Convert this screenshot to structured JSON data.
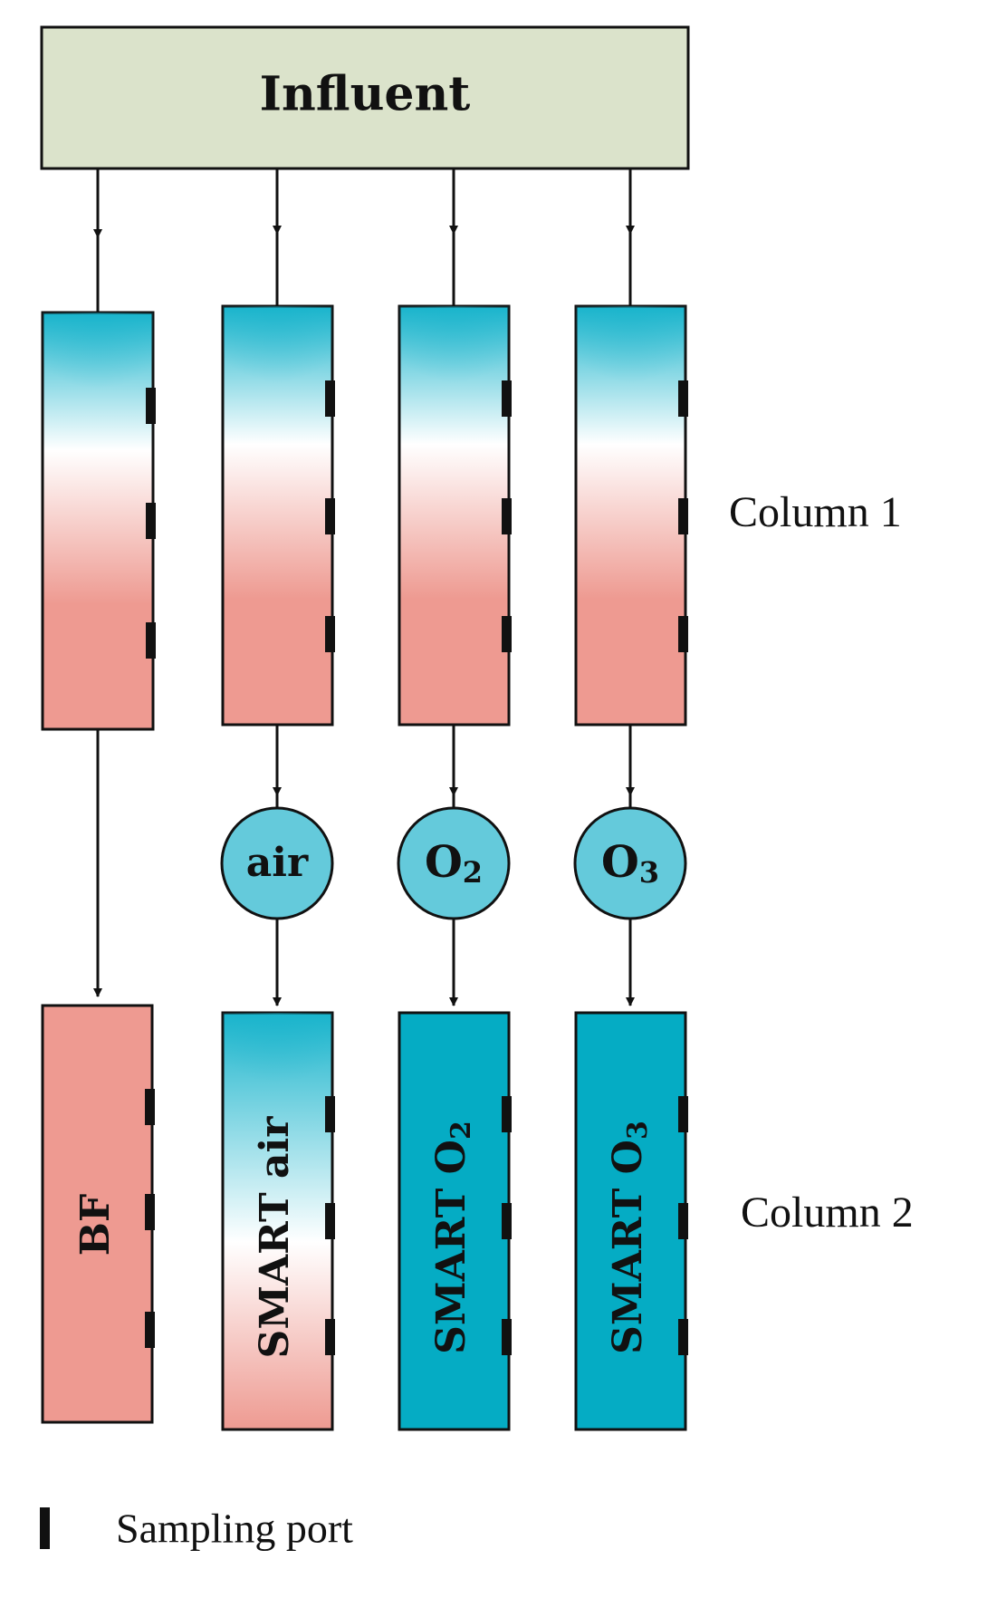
{
  "influent": {
    "label": "Influent"
  },
  "row_labels": {
    "column1": "Column 1",
    "column2": "Column 2"
  },
  "gases": [
    {
      "main": "air",
      "sub": ""
    },
    {
      "main": "O",
      "sub": "2"
    },
    {
      "main": "O",
      "sub": "3"
    }
  ],
  "column2_labels": [
    {
      "main": "BF",
      "sub": ""
    },
    {
      "main": "SMART air",
      "sub": ""
    },
    {
      "main": "SMART O",
      "sub": "2"
    },
    {
      "main": "SMART O",
      "sub": "3"
    }
  ],
  "legend": {
    "label": "Sampling port"
  },
  "colors": {
    "influent_fill": "#dbe3cb",
    "cyan": "#19b4cc",
    "teal_solid": "#05acc4",
    "salmon": "#ee9a91",
    "gas_circle": "#64cadb"
  }
}
